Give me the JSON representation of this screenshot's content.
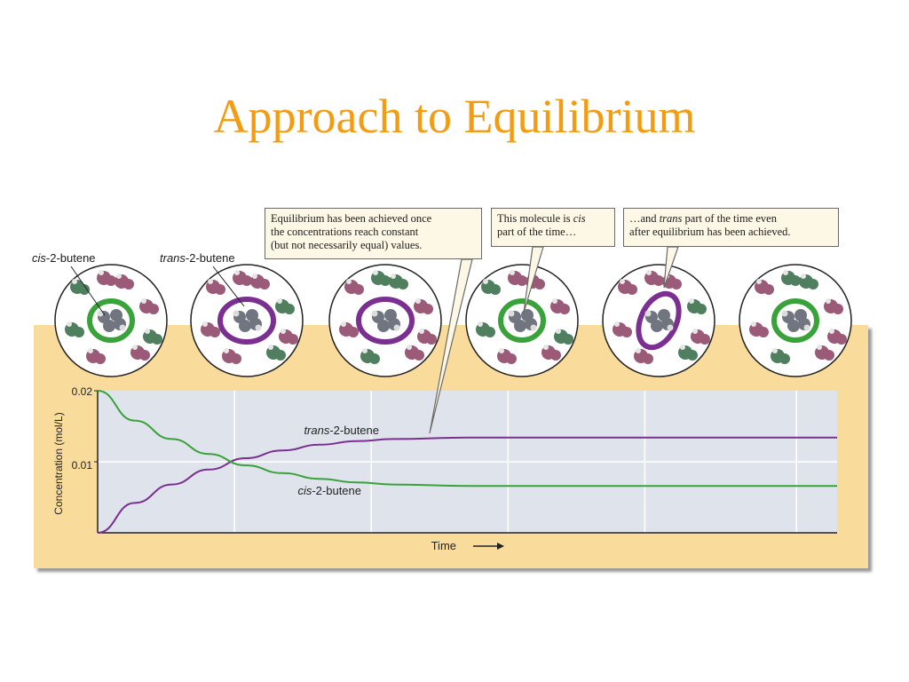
{
  "title": "Approach to Equilibrium",
  "molecule_labels": {
    "cis": {
      "prefix": "cis",
      "suffix": "-2-butene"
    },
    "trans": {
      "prefix": "trans",
      "suffix": "-2-butene"
    }
  },
  "callouts": {
    "equilibrium": {
      "lines": [
        "Equilibrium has been achieved once",
        "the concentrations reach constant",
        "(but not necessarily equal) values."
      ]
    },
    "cis_part": {
      "line1_pre": "This molecule is ",
      "line1_em": "cis",
      "line2": "part of the time…"
    },
    "trans_part": {
      "line1_pre": "…and ",
      "line1_em": "trans",
      "line1_post": " part of the time even",
      "line2": "after equilibrium has been achieved."
    }
  },
  "snapshots": [
    {
      "highlight": "cis",
      "ring_color": "#3aa23a"
    },
    {
      "highlight": "trans",
      "ring_color": "#7b2f91"
    },
    {
      "highlight": "trans",
      "ring_color": "#7b2f91"
    },
    {
      "highlight": "cis",
      "ring_color": "#3aa23a"
    },
    {
      "highlight": "trans",
      "ring_color": "#7b2f91"
    },
    {
      "highlight": "cis",
      "ring_color": "#3aa23a"
    }
  ],
  "colors": {
    "cis": "#3aa23a",
    "trans": "#7b2f91",
    "title": "#f39c12",
    "panel": "#f9dc9c",
    "plot_bg": "#dfe4ec",
    "cis_molecule": "#4f7f5f",
    "trans_molecule": "#9a5a78"
  },
  "chart_data": {
    "type": "line",
    "xlabel": "Time",
    "ylabel": "Concentration (mol/L)",
    "yticks": [
      "0.02",
      "0.01"
    ],
    "ytick_values": [
      0.02,
      0.01
    ],
    "ylim": [
      0,
      0.02
    ],
    "xlim": [
      0,
      10
    ],
    "grid": true,
    "series": [
      {
        "name": "trans-2-butene",
        "label_prefix": "trans",
        "label_suffix": "-2-butene",
        "color": "#7b2f91",
        "x": [
          0,
          0.5,
          1,
          1.5,
          2,
          2.5,
          3,
          3.5,
          4,
          5,
          6,
          7,
          8,
          9,
          10
        ],
        "y": [
          0,
          0.0042,
          0.0068,
          0.0089,
          0.0105,
          0.0116,
          0.0124,
          0.0129,
          0.0132,
          0.0134,
          0.0134,
          0.0134,
          0.0134,
          0.0134,
          0.0134
        ]
      },
      {
        "name": "cis-2-butene",
        "label_prefix": "cis",
        "label_suffix": "-2-butene",
        "color": "#3aa23a",
        "x": [
          0,
          0.5,
          1,
          1.5,
          2,
          2.5,
          3,
          3.5,
          4,
          5,
          6,
          7,
          8,
          9,
          10
        ],
        "y": [
          0.02,
          0.0158,
          0.0132,
          0.0111,
          0.0095,
          0.0084,
          0.0076,
          0.0071,
          0.0068,
          0.0066,
          0.0066,
          0.0066,
          0.0066,
          0.0066,
          0.0066
        ]
      }
    ]
  }
}
